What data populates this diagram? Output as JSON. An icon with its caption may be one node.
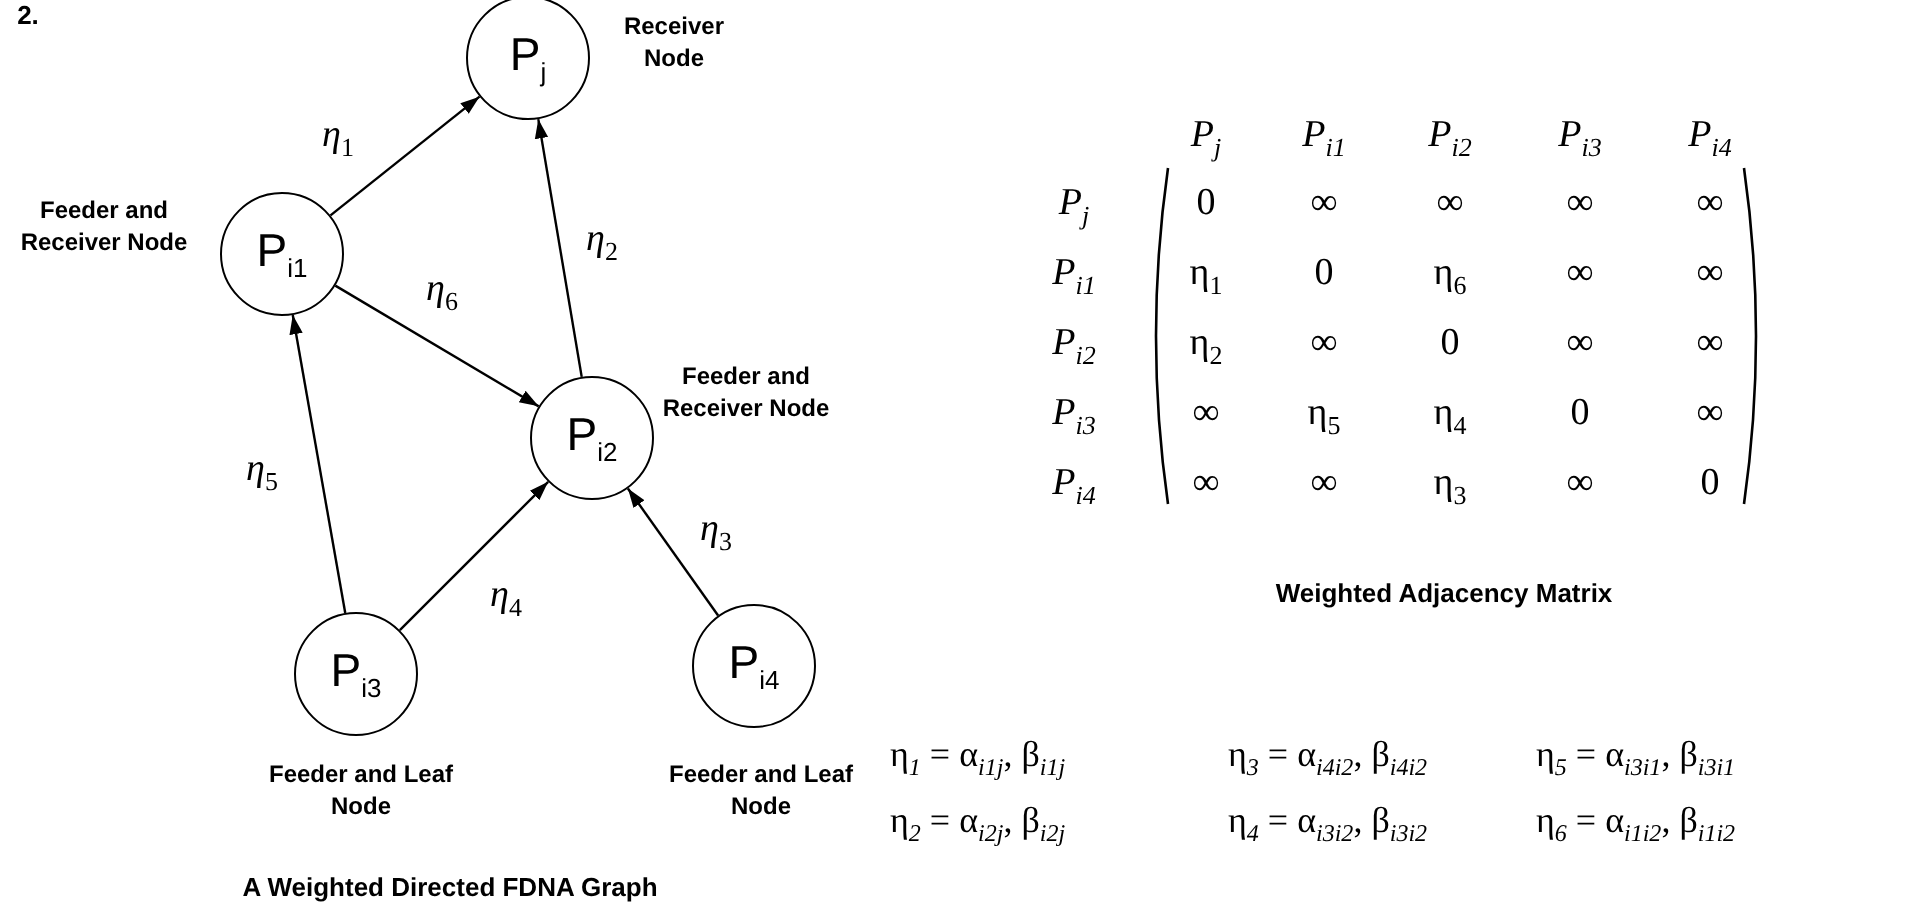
{
  "diagram": {
    "nodes": [
      {
        "text": [
          "P$_{j}$"
        ],
        "beside": [
          "Receiver Node"
        ]
      },
      {
        "text": [
          "P$_{i1}$"
        ],
        "beside": [
          "Feeder and Receiver Node"
        ]
      },
      {
        "text": [
          "P$_{i2}$"
        ],
        "beside": [
          "Feeder and Receiver Node"
        ]
      },
      {
        "text": [
          "P$_{i3}$"
        ],
        "beside": [
          "Feeder and Leaf Node"
        ]
      },
      {
        "text": [
          "P$_{i4}$"
        ],
        "beside": [
          "Feeder and Leaf Node"
        ]
      }
    ],
    "edges": [
      {
        "from": 1,
        "to": 0,
        "arrow": "to",
        "label": "η$_{1}$"
      },
      {
        "from": 2,
        "to": 0,
        "arrow": "to",
        "label": "η$_{2}$"
      },
      {
        "from": 1,
        "to": 2,
        "arrow": "to",
        "label": "η$_{6}$"
      },
      {
        "from": 3,
        "to": 1,
        "arrow": "to",
        "label": "η$_{5}$"
      },
      {
        "from": 3,
        "to": 2,
        "arrow": "to",
        "label": "η$_{4}$"
      },
      {
        "from": 4,
        "to": 2,
        "arrow": "to",
        "label": "η$_{3}$"
      }
    ],
    "labels": [
      "2.",
      "P$_{j}$",
      "P$_{i1}$",
      "P$_{i2}$",
      "P$_{i3}$",
      "P$_{i4}$",
      "P$_{j}$",
      "0",
      "∞",
      "∞",
      "∞",
      "∞",
      "P$_{i1}$",
      "η$_{1}$",
      "0",
      "η$_{6}$",
      "∞",
      "∞",
      "P$_{i2}$",
      "η$_{2}$",
      "∞",
      "0",
      "∞",
      "∞",
      "P$_{i3}$",
      "∞",
      "η$_{5}$",
      "η$_{4}$",
      "0",
      "∞",
      "P$_{i4}$",
      "∞",
      "∞",
      "η$_{3}$",
      "∞",
      "0",
      "Weighted Adjacency Matrix",
      "η$_{1}$ = α$_{i1j}$, β$_{i1j}$",
      "η$_{3}$ = α$_{i4i2}$, β$_{i4i2}$",
      "η$_{5}$ = α$_{i3i1}$, β$_{i3i1}$",
      "η$_{2}$ = α$_{i2j}$, β$_{i2j}$",
      "η$_{4}$ = α$_{i3i2}$, β$_{i3i2}$",
      "η$_{6}$ = α$_{i1i2}$, β$_{i1i2}$",
      "A Weighted Directed FDNA Graph"
    ]
  }
}
